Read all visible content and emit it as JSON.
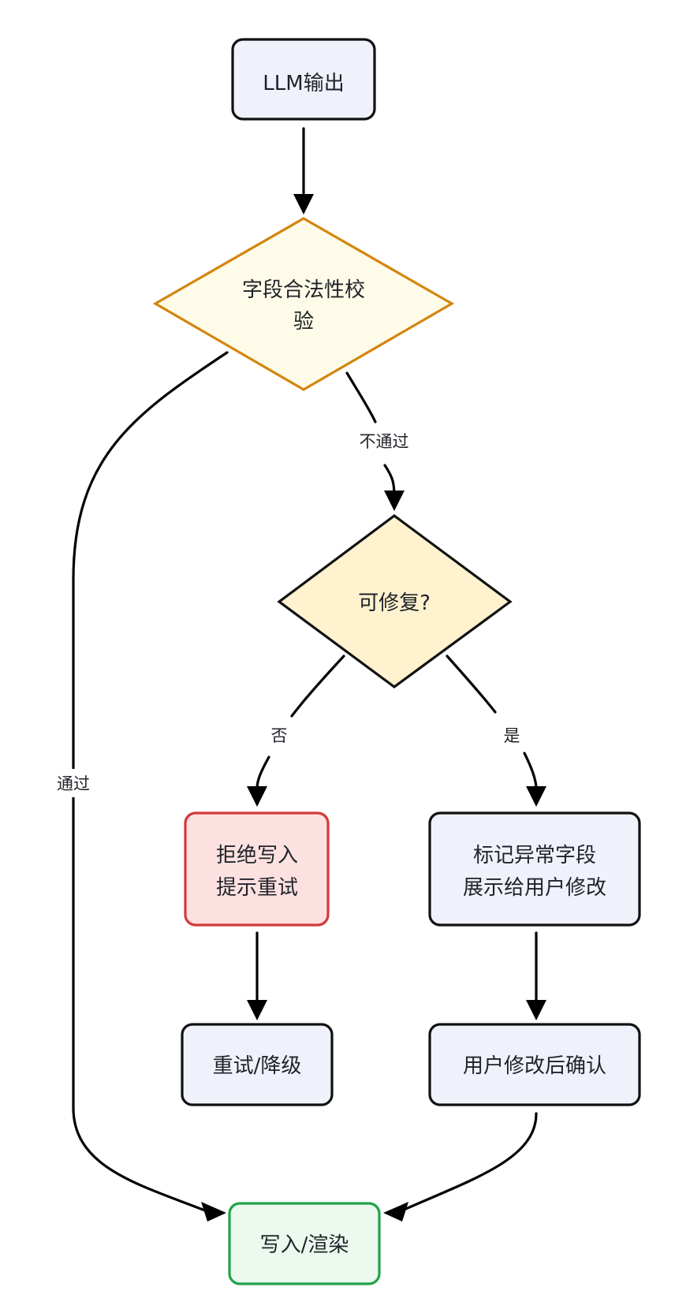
{
  "nodes": {
    "llm_output": {
      "label": "LLM输出"
    },
    "field_check": {
      "lines": [
        "字段合法性校",
        "验"
      ]
    },
    "fixable": {
      "label": "可修复?"
    },
    "reject": {
      "lines": [
        "拒绝写入",
        "提示重试"
      ]
    },
    "mark": {
      "lines": [
        "标记异常字段",
        "展示给用户修改"
      ]
    },
    "retry": {
      "label": "重试/降级"
    },
    "user_confirm": {
      "label": "用户修改后确认"
    },
    "write": {
      "label": "写入/渲染"
    }
  },
  "edges": {
    "fail": "不通过",
    "pass": "通过",
    "no": "否",
    "yes": "是"
  },
  "colors": {
    "default_fill": "#eff2fb",
    "default_stroke": "#111111",
    "check_fill": "#fffbe9",
    "check_stroke": "#d4860f",
    "fixable_fill": "#fef2cf",
    "fixable_stroke": "#111111",
    "reject_fill": "#fde1e1",
    "reject_stroke": "#d23a3a",
    "write_fill": "#ecf9ef",
    "write_stroke": "#22a24b"
  }
}
